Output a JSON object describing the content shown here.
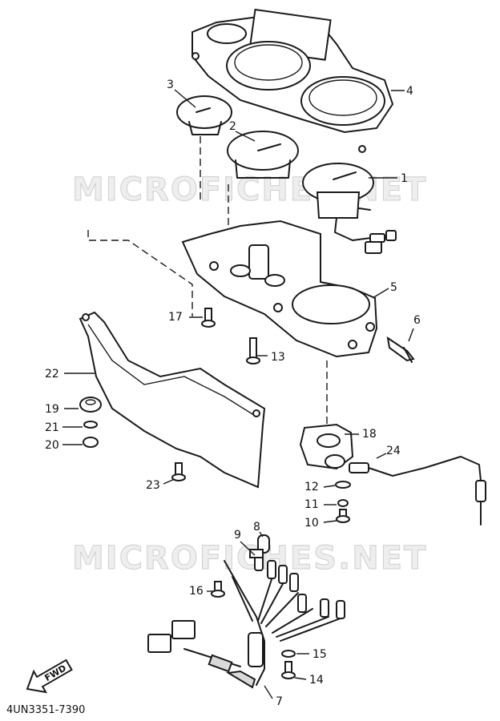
{
  "watermark": "MICROFICHES.NET",
  "part_code": "4UN3351-7390",
  "direction_label": "FWD",
  "callouts": [
    "1",
    "2",
    "3",
    "4",
    "5",
    "6",
    "7",
    "8",
    "9",
    "10",
    "11",
    "12",
    "13",
    "14",
    "15",
    "16",
    "17",
    "18",
    "19",
    "20",
    "21",
    "22",
    "23",
    "24"
  ]
}
